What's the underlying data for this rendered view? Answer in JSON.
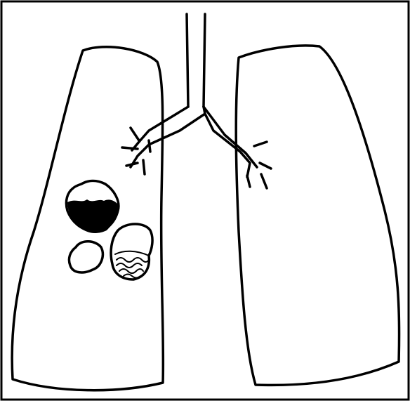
{
  "diagram": {
    "subject": "lungs-with-trachea-and-bronchi",
    "colors": {
      "background": "#ffffff",
      "ink": "#000000",
      "frame": "#000000"
    },
    "parts": [
      {
        "id": "trachea",
        "icon": "trachea-icon"
      },
      {
        "id": "left-lung",
        "icon": "lung-icon"
      },
      {
        "id": "right-lung",
        "icon": "lung-icon"
      },
      {
        "id": "left-bronchus",
        "icon": "bronchus-icon"
      },
      {
        "id": "right-bronchus",
        "icon": "bronchus-icon"
      },
      {
        "id": "lesion-solid",
        "icon": "lesion-icon"
      },
      {
        "id": "lesion-hollow",
        "icon": "lesion-icon"
      },
      {
        "id": "lesion-textured",
        "icon": "lesion-icon"
      }
    ]
  }
}
